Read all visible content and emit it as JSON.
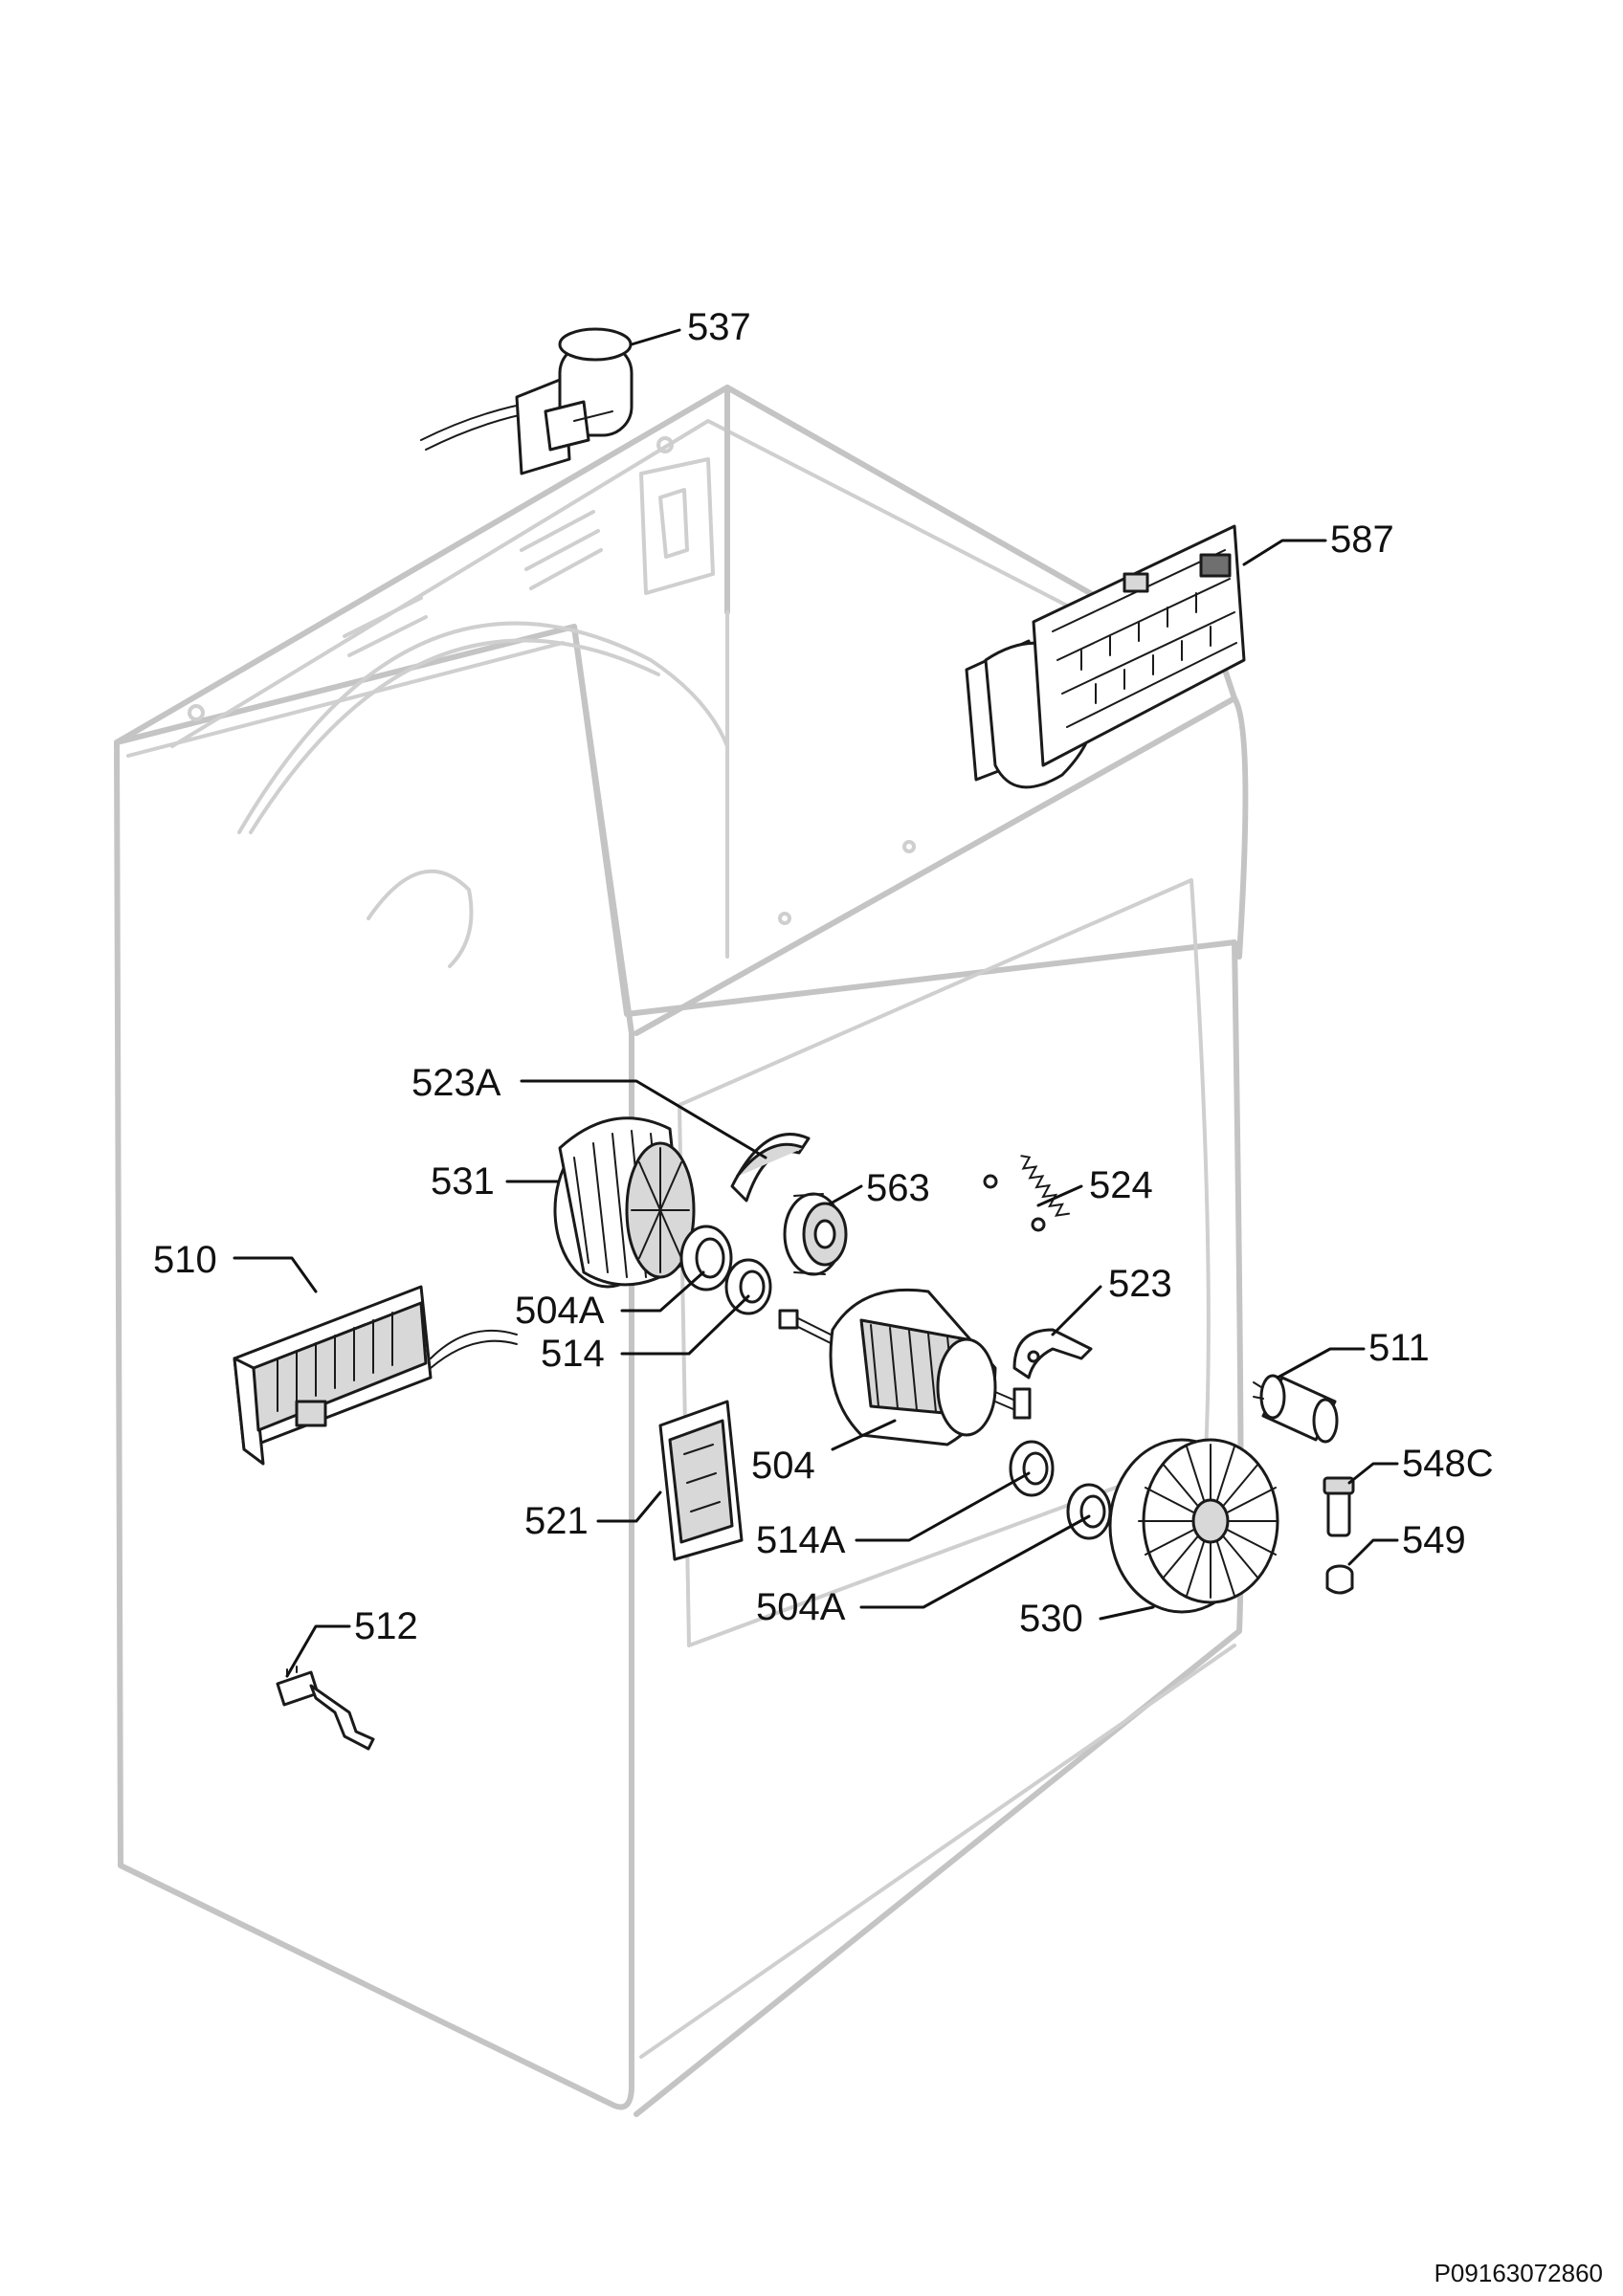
{
  "labels": {
    "p537": "537",
    "p587": "587",
    "p523A": "523A",
    "p531": "531",
    "p563": "563",
    "p524": "524",
    "p510": "510",
    "p504A_top": "504A",
    "p514": "514",
    "p523": "523",
    "p511": "511",
    "p504": "504",
    "p548C": "548C",
    "p549": "549",
    "p521": "521",
    "p514A": "514A",
    "p504A_bottom": "504A",
    "p530": "530",
    "p512": "512"
  },
  "drawing_code": "P09163072860"
}
